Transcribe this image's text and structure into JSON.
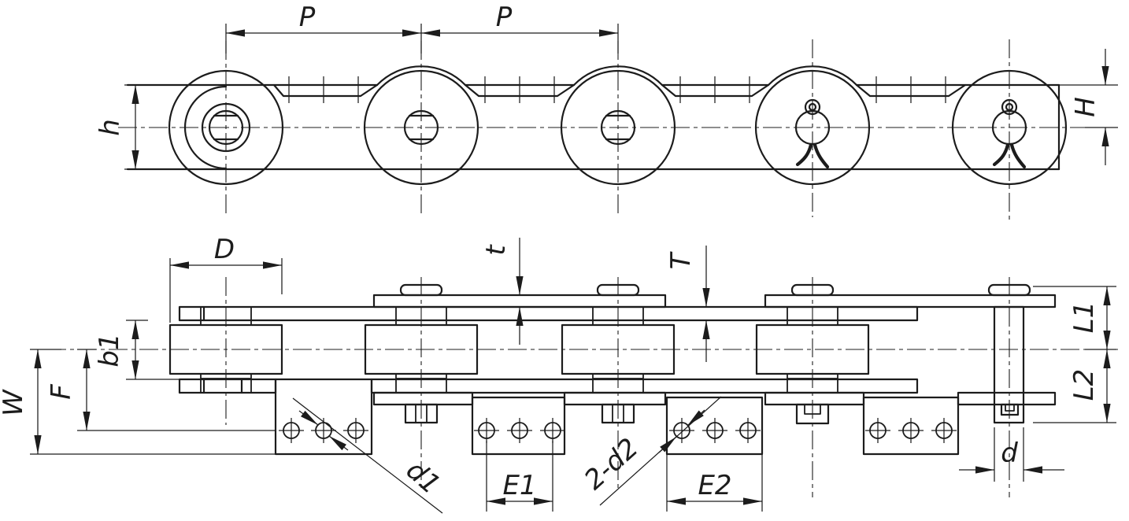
{
  "drawing": {
    "colors": {
      "background": "#ffffff",
      "line": "#1c1c1c"
    },
    "labels": {
      "pitch_1": "P",
      "pitch_2": "P",
      "inner_plate_height": "h",
      "pin_end_height": "H",
      "roller_width": "D",
      "attachment_plate_thickness": "t",
      "link_plate_thickness": "T",
      "pin_length_upper": "L1",
      "pin_length_lower": "L2",
      "inner_width": "b1",
      "hole_center_height": "F",
      "attachment_height": "W",
      "hole_diameter_1": "d1",
      "hole_pitch_1": "E1",
      "hole_diameter_2": "2-d2",
      "hole_pitch_2": "E2",
      "pin_diameter": "d"
    }
  }
}
